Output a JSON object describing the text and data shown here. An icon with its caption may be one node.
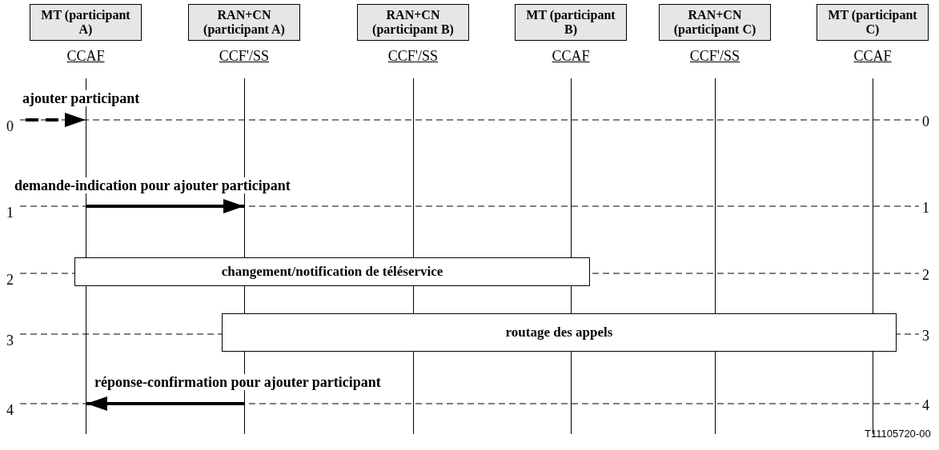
{
  "diagram": {
    "nodes": [
      {
        "text": [
          "MT (participant A)"
        ],
        "beside": [
          "CCAF"
        ]
      },
      {
        "text": [
          "RAN+CN (participant A)"
        ],
        "beside": [
          "CCF'/SS"
        ]
      },
      {
        "text": [
          "RAN+CN (participant B)"
        ],
        "beside": [
          "CCF'/SS"
        ]
      },
      {
        "text": [
          "MT (participant B)"
        ],
        "beside": [
          "CCAF"
        ]
      },
      {
        "text": [
          "RAN+CN (participant C)"
        ],
        "beside": [
          "CCF'/SS"
        ]
      },
      {
        "text": [
          "MT (participant C)"
        ],
        "beside": [
          "CCAF"
        ]
      },
      {
        "text": [],
        "shape": "line"
      },
      {
        "text": [],
        "shape": "line"
      },
      {
        "text": [],
        "shape": "line"
      },
      {
        "text": [],
        "shape": "line"
      },
      {
        "text": [],
        "shape": "line"
      },
      {
        "text": [],
        "shape": "line"
      },
      {
        "text": [
          "changement/notification de téléservice"
        ]
      },
      {
        "text": [
          "routage des appels"
        ]
      }
    ],
    "edges": [
      {
        "from": null,
        "to": 6,
        "arrow": "to",
        "label": "ajouter participant",
        "style": "dashed"
      },
      {
        "from": 6,
        "to": 7,
        "arrow": "to",
        "label": "demande-indication pour ajouter participant"
      },
      {
        "from": 7,
        "to": 6,
        "arrow": "to",
        "label": "réponse-confirmation pour ajouter participant"
      }
    ],
    "labels": [
      "0",
      "0",
      "1",
      "1",
      "2",
      "2",
      "3",
      "3",
      "4",
      "4",
      "T11105720-00"
    ]
  }
}
